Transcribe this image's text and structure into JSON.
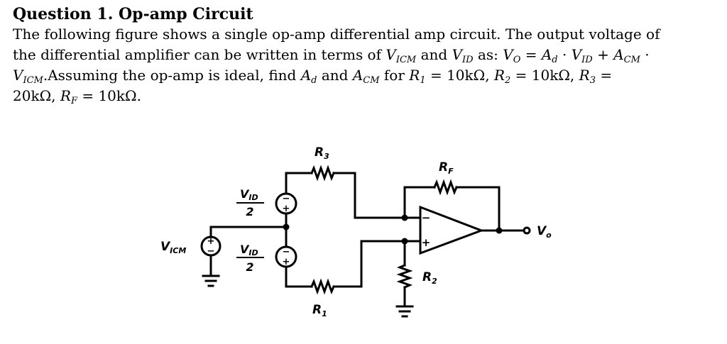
{
  "question": {
    "title": "Question 1. Op-amp Circuit",
    "line1": "The following figure shows a single op-amp differential amp circuit. The output voltage of",
    "line2_pre": "the differential amplifier can be written in terms of",
    "line2_and": "and",
    "line2_as": "as:",
    "line3_mid": ".Assuming the op-amp is ideal, find",
    "line3_and": "and",
    "line3_for": "for",
    "val_r1": "= 10kΩ,",
    "val_r2": "= 10kΩ,",
    "val_r3": "=",
    "line4": "20kΩ,",
    "val_rf": "= 10kΩ."
  },
  "circuit": {
    "r3": "R",
    "r3_sub": "3",
    "rf": "R",
    "rf_sub": "F",
    "r1": "R",
    "r1_sub": "1",
    "r2": "R",
    "r2_sub": "2",
    "vo": "V",
    "vo_sub": "o",
    "vicm": "V",
    "vicm_sub": "ICM",
    "vid_top_num": "V",
    "vid_top_num_sub": "ID",
    "vid_top_den": "2",
    "vid_bot_num": "V",
    "vid_bot_num_sub": "ID",
    "vid_bot_den": "2",
    "plus": "+",
    "minus": "−"
  }
}
